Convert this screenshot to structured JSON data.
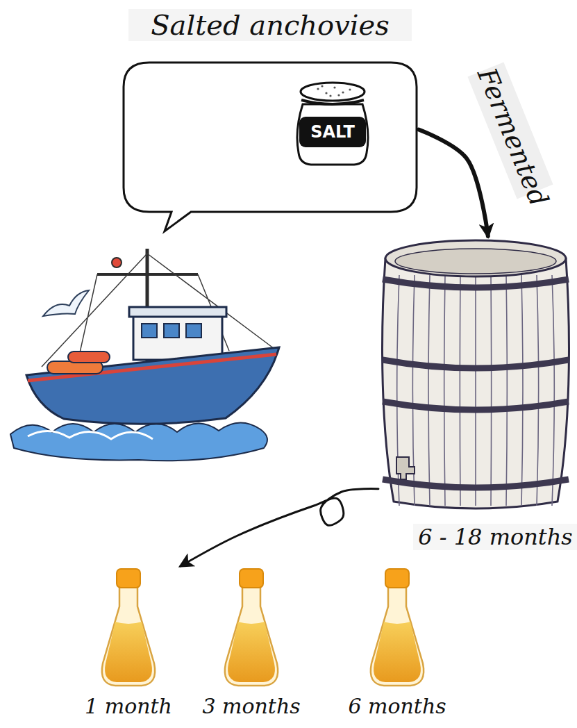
{
  "diagram": {
    "nodes": [
      {
        "text": [
          "Salted anchovies"
        ]
      },
      {
        "text": [
          "SALT"
        ],
        "in": 0
      },
      {
        "text": [
          "6 - 18 months"
        ]
      },
      {
        "text": [
          "1 month"
        ]
      },
      {
        "text": [
          "3 months"
        ]
      },
      {
        "text": [
          "6 months"
        ]
      }
    ],
    "edges": [
      {
        "from": 0,
        "to": 2,
        "label": "Fermented",
        "arrow": "to"
      },
      {
        "from": 2,
        "to": 3,
        "arrow": "to"
      }
    ]
  }
}
